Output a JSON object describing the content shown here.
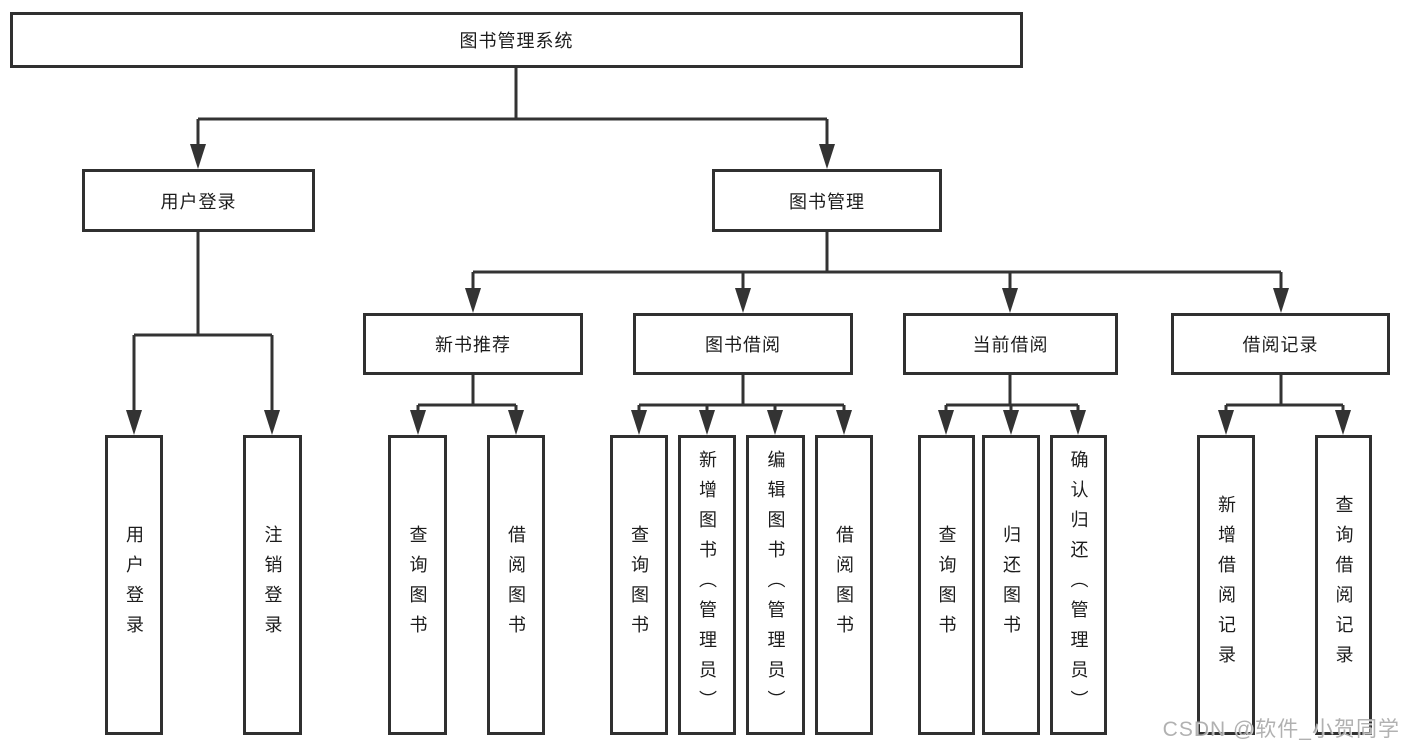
{
  "diagram": {
    "root": {
      "label": "图书管理系统"
    },
    "branches": [
      {
        "label": "用户登录",
        "children": [
          {
            "label": "用户登录"
          },
          {
            "label": "注销登录"
          }
        ]
      },
      {
        "label": "图书管理",
        "groups": [
          {
            "label": "新书推荐",
            "children": [
              {
                "label": "查询图书"
              },
              {
                "label": "借阅图书"
              }
            ]
          },
          {
            "label": "图书借阅",
            "children": [
              {
                "label": "查询图书"
              },
              {
                "label": "新增图书（管理员）"
              },
              {
                "label": "编辑图书（管理员）"
              },
              {
                "label": "借阅图书"
              }
            ]
          },
          {
            "label": "当前借阅",
            "children": [
              {
                "label": "查询图书"
              },
              {
                "label": "归还图书"
              },
              {
                "label": "确认归还（管理员）"
              }
            ]
          },
          {
            "label": "借阅记录",
            "children": [
              {
                "label": "新增借阅记录"
              },
              {
                "label": "查询借阅记录"
              }
            ]
          }
        ]
      }
    ]
  },
  "colors": {
    "line": "#333333",
    "box_border": "#303030",
    "text": "#1c1c1c",
    "watermark": "#a8a8a8",
    "background": "#ffffff"
  },
  "watermark": {
    "text": "CSDN @软件_小贺同学"
  }
}
